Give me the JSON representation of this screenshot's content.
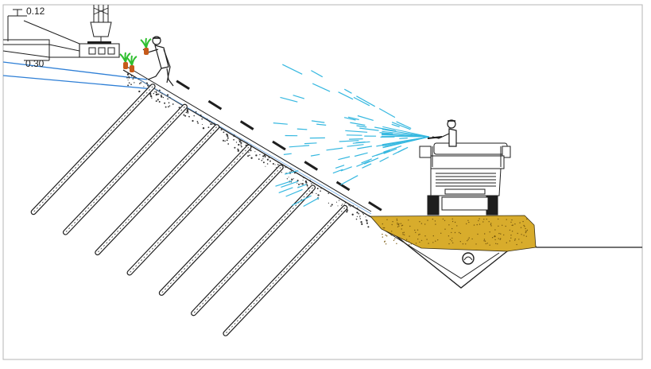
{
  "labels": {
    "top_dimension": "0.12",
    "side_dimension": "0.30"
  },
  "colors": {
    "spray": "#36b8e0",
    "blue_lines": "#2e7fd6",
    "fill_soil": "#d8ac2c",
    "plant_leaf": "#2fbf2f",
    "plant_root": "#c65a1a",
    "outline": "#1e1e1e"
  },
  "anchors": {
    "count": 7
  }
}
